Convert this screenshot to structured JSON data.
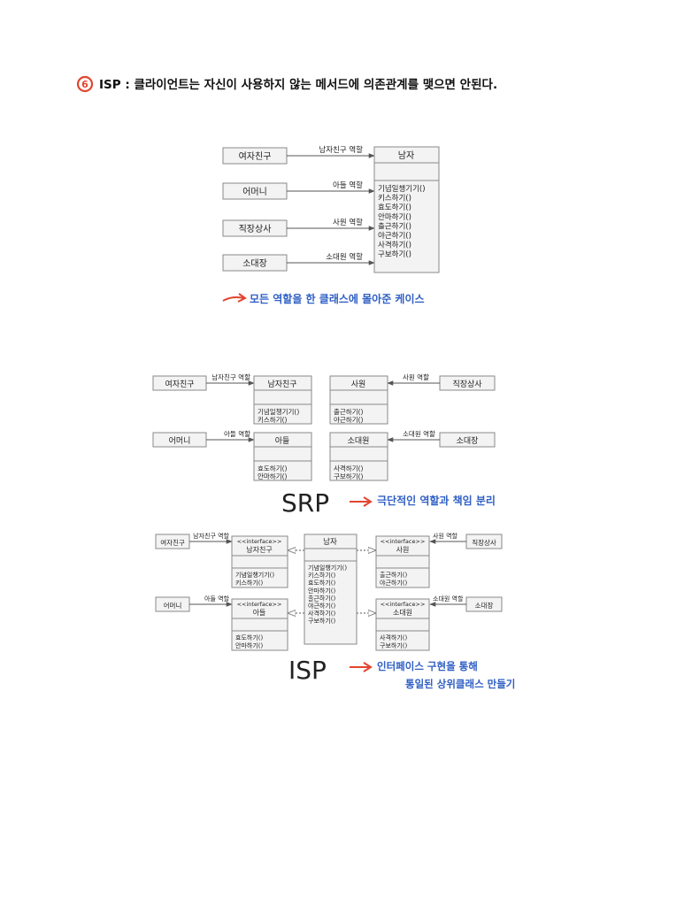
{
  "heading": {
    "number": "6",
    "text": "ISP : 클라이언트는 자신이 사용하지 않는 메서드에 의존관계를 맺으면 안된다."
  },
  "colors": {
    "red": "#e2452f",
    "blue": "#2f5fc4",
    "line": "#555555",
    "box": "#f3f3f3",
    "box_border": "#8a8a8a"
  },
  "diagram1": {
    "clients": [
      "여자친구",
      "어머니",
      "직장상사",
      "소대장"
    ],
    "arrows": [
      "남자친구 역할",
      "아들 역할",
      "사원 역할",
      "소대원 역할"
    ],
    "target_name": "남자",
    "methods": [
      "기념일챙기기()",
      "키스하기()",
      "효도하기()",
      "안마하기()",
      "출근하기()",
      "야근하기()",
      "사격하기()",
      "구보하기()"
    ],
    "note": "모든 역할을 한 클래스에 몰아준 케이스"
  },
  "diagram2": {
    "left": [
      {
        "client": "여자친구",
        "arrow": "남자친구 역할",
        "class": "남자친구",
        "methods": [
          "기념일챙기기()",
          "키스하기()"
        ]
      },
      {
        "client": "어머니",
        "arrow": "아들 역할",
        "class": "아들",
        "methods": [
          "효도하기()",
          "안마하기()"
        ]
      }
    ],
    "right": [
      {
        "client": "직장상사",
        "arrow": "사원 역할",
        "class": "사원",
        "methods": [
          "출근하기()",
          "야근하기()"
        ]
      },
      {
        "client": "소대장",
        "arrow": "소대원 역할",
        "class": "소대원",
        "methods": [
          "사격하기()",
          "구보하기()"
        ]
      }
    ],
    "label": "SRP",
    "note": "극단적인 역할과 책임 분리"
  },
  "diagram3": {
    "stereotype": "<<interface>>",
    "left": [
      {
        "client": "여자친구",
        "arrow": "남자친구 역할",
        "class": "남자친구",
        "methods": [
          "기념일챙기기()",
          "키스하기()"
        ]
      },
      {
        "client": "어머니",
        "arrow": "아들 역할",
        "class": "아들",
        "methods": [
          "효도하기()",
          "안마하기()"
        ]
      }
    ],
    "right": [
      {
        "client": "직장상사",
        "arrow": "사원 역할",
        "class": "사원",
        "methods": [
          "출근하기()",
          "야근하기()"
        ]
      },
      {
        "client": "소대장",
        "arrow": "소대원 역할",
        "class": "소대원",
        "methods": [
          "사격하기()",
          "구보하기()"
        ]
      }
    ],
    "impl_name": "남자",
    "impl_methods": [
      "기념일챙기기()",
      "키스하기()",
      "효도하기()",
      "안마하기()",
      "출근하기()",
      "야근하기()",
      "사격하기()",
      "구보하기()"
    ],
    "label": "ISP",
    "note_line1": "인터페이스 구현을 통해",
    "note_line2": "통일된 상위클래스 만들기"
  }
}
